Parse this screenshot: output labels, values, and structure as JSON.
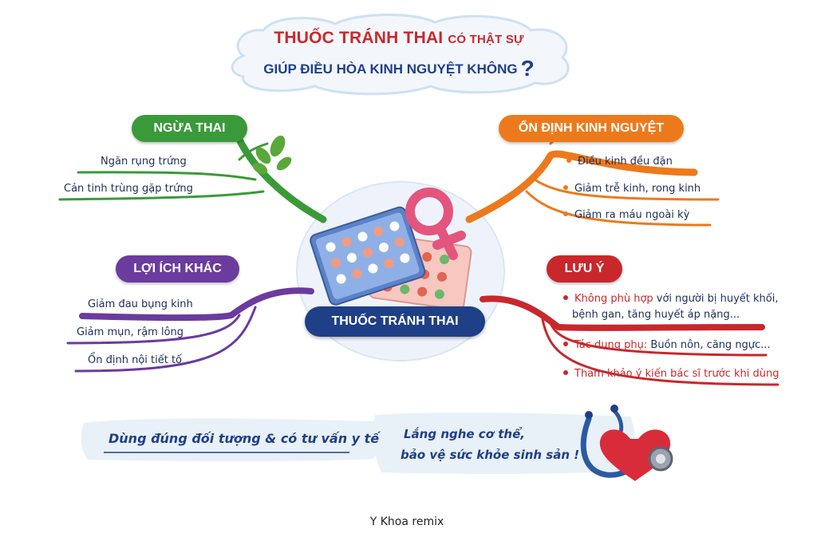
{
  "title": {
    "line1_main": "THUỐC TRÁNH THAI",
    "line1_small": "CÓ THẬT SỰ",
    "line2": "GIÚP ĐIỀU HÒA KINH NGUYỆT KHÔNG",
    "question_mark": "?"
  },
  "center": {
    "label": "THUỐC TRÁNH THAI"
  },
  "branches": {
    "ngua_thai": {
      "title": "NGỪA THAI",
      "color": "#3a9a3a",
      "items": [
        "Ngăn rụng trứng",
        "Cản tinh trùng gặp trứng"
      ]
    },
    "loi_ich_khac": {
      "title": "LỢI ÍCH KHÁC",
      "color": "#6b3b9e",
      "items": [
        "Giảm đau bụng kinh",
        "Giảm mụn, rậm lông",
        "Ổn định nội tiết tố"
      ]
    },
    "on_dinh": {
      "title": "ỔN ĐỊNH KINH NGUYỆT",
      "color": "#ec7a1c",
      "items": [
        "Điều kinh đều đặn",
        "Giảm trễ kinh, rong kinh",
        "Giảm ra máu ngoài kỳ"
      ]
    },
    "luu_y": {
      "title": "LƯU Ý",
      "color": "#c8282c",
      "item1_red": "Không phù hợp",
      "item1_rest": " với người bị huyết khối,",
      "item1_line2": "bệnh gan, tăng huyết áp nặng...",
      "item2_red": "Tác dụng phụ:",
      "item2_rest": " Buồn nôn, căng ngực...",
      "item3": "Tham khảo ý kiến bác sĩ trước khi dùng"
    }
  },
  "banner": {
    "left": "Dùng đúng đối tượng & có tư vấn y tế",
    "right_line1": "Lắng nghe cơ thể,",
    "right_line2": "bảo vệ sức khỏe sinh sản !"
  },
  "credit": "Y Khoa remix",
  "icons": [
    "leaf-sprig-icon",
    "female-symbol-icon",
    "pill-pack-icon",
    "stethoscope-heart-icon"
  ]
}
